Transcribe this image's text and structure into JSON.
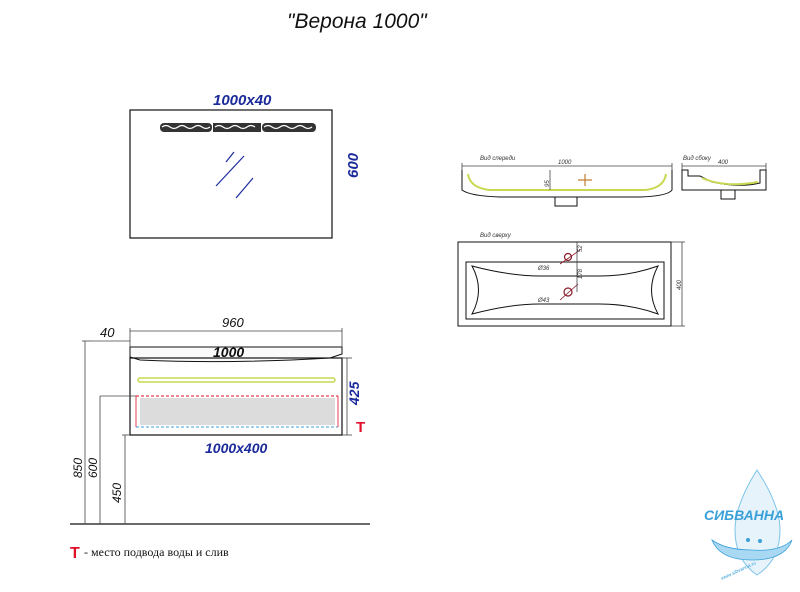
{
  "title": "\"Верона 1000\"",
  "mirror": {
    "width_label": "1000x40",
    "height_label": "600"
  },
  "cabinet": {
    "offset_label": "40",
    "inner_width_label": "960",
    "sink_label": "1000",
    "size_label": "1000x400",
    "height_label": "425",
    "total_height_label": "850",
    "mirror_height_label": "600",
    "mount_height_label": "450",
    "marker": "T"
  },
  "front_view": {
    "label": "Вид спереди",
    "width_label": "1000",
    "depth_label": "95"
  },
  "side_view": {
    "label": "Вид сбоку",
    "width_label": "400"
  },
  "top_view": {
    "label": "Вид сверху",
    "depth_label": "400",
    "hole1_label": "Ø36",
    "hole2_label": "Ø43",
    "offset1_label": "52",
    "offset2_label": "178"
  },
  "legend": {
    "marker": "T",
    "text": "- место подвода воды и слив"
  },
  "logo": {
    "brand": "СИБВАННА",
    "url": "www.sibvanna.ru"
  },
  "colors": {
    "blue": "#1b2a9a",
    "red": "#e0102a",
    "yellow_green": "#c8d850",
    "gray_panel": "#dcdcdc",
    "logo_blue": "#3aa0d8"
  }
}
